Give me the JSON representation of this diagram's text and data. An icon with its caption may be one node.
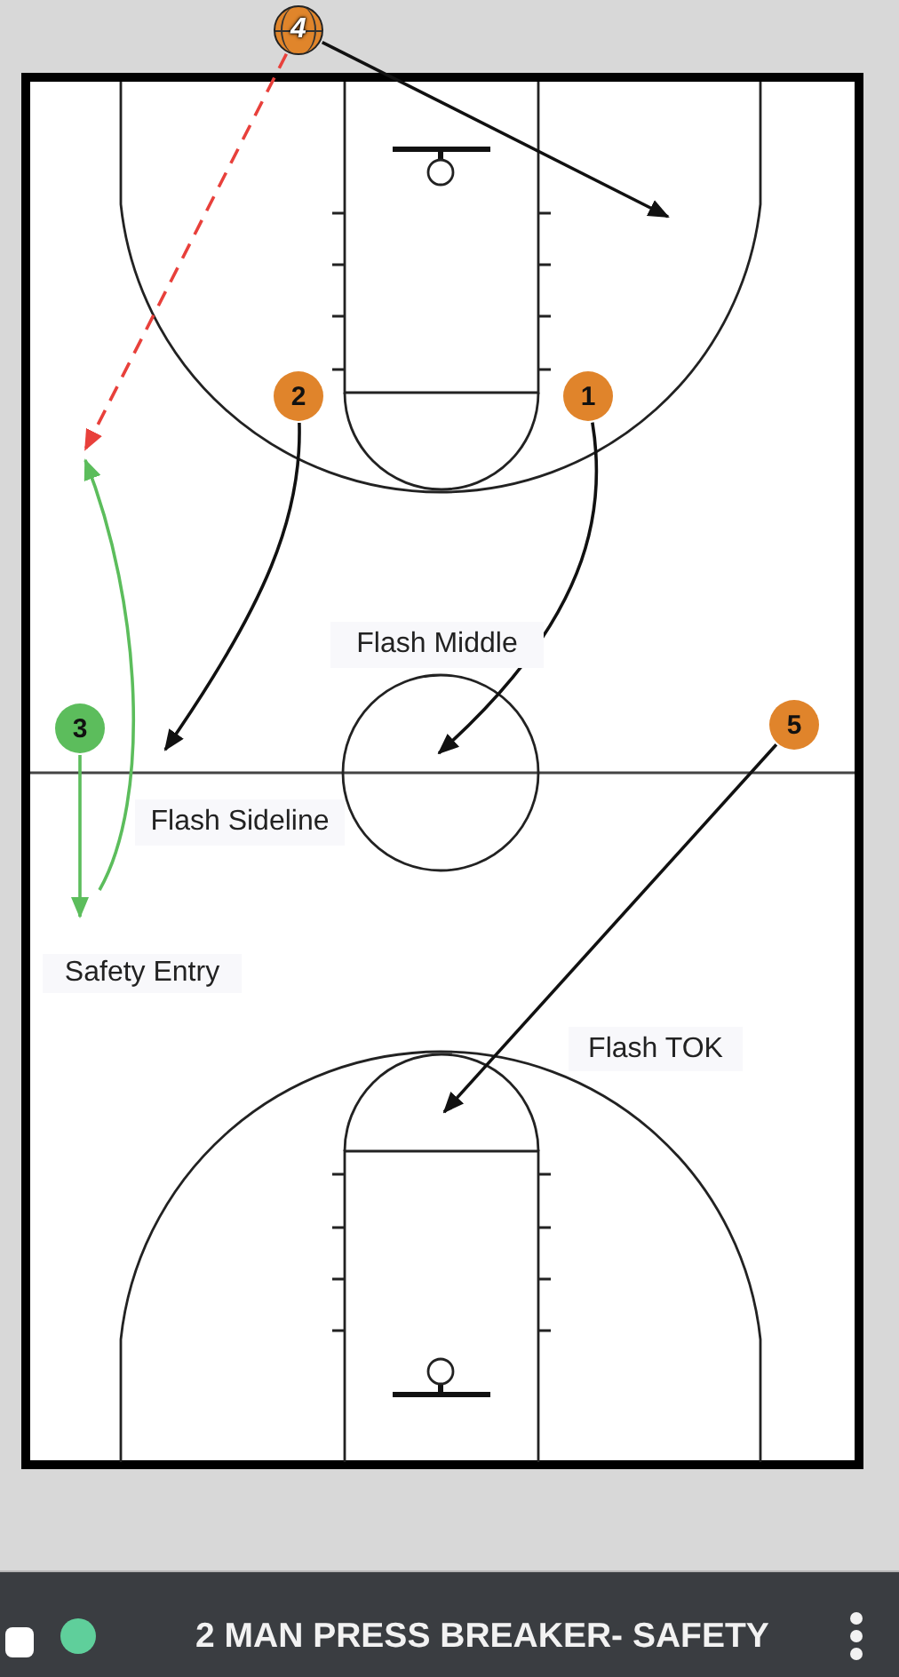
{
  "diagram": {
    "title": "2 MAN PRESS BREAKER- SAFETY",
    "nodes": [
      {
        "text": [
          "4"
        ]
      },
      {
        "text": [
          "2"
        ]
      },
      {
        "text": [
          "1"
        ]
      },
      {
        "text": [
          "3"
        ]
      },
      {
        "text": [
          "5"
        ]
      }
    ],
    "edges": [
      {
        "from": 0,
        "to": null,
        "arrow": "to"
      },
      {
        "from": 0,
        "to": null,
        "arrow": "to",
        "style": "dashed",
        "color": "#e8403b"
      },
      {
        "from": 1,
        "to": null,
        "arrow": "to"
      },
      {
        "from": 2,
        "to": null,
        "arrow": "to"
      },
      {
        "from": 3,
        "to": null,
        "arrow": "to",
        "color": "#5cbd5c"
      },
      {
        "from": 4,
        "to": null,
        "arrow": "to"
      }
    ],
    "labels": [
      "Flash Middle",
      "Flash Sideline",
      "Safety Entry",
      "Flash TOK"
    ]
  }
}
